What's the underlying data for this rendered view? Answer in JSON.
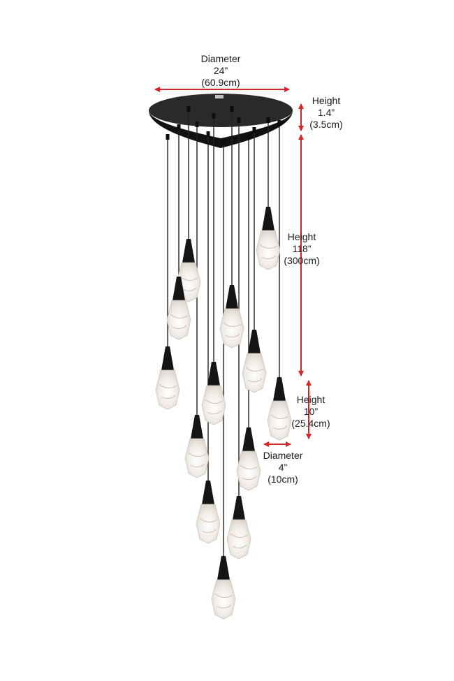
{
  "accent_color": "#d42626",
  "canopy_color": "#1b1b1b",
  "shade_color": "#f3efea",
  "dimensions": {
    "canopy_diameter": {
      "title": "Diameter",
      "imperial": "24”",
      "metric": "(60.9cm)"
    },
    "canopy_height": {
      "title": "Height",
      "imperial": "1.4”",
      "metric": "(3.5cm)"
    },
    "drop_height": {
      "title": "Height",
      "imperial": "118”",
      "metric": "(300cm)"
    },
    "pendant_height": {
      "title": "Height",
      "imperial": "10”",
      "metric": "(25.4cm)"
    },
    "pendant_diameter": {
      "title": "Diameter",
      "imperial": "4”",
      "metric": "(10cm)"
    }
  }
}
